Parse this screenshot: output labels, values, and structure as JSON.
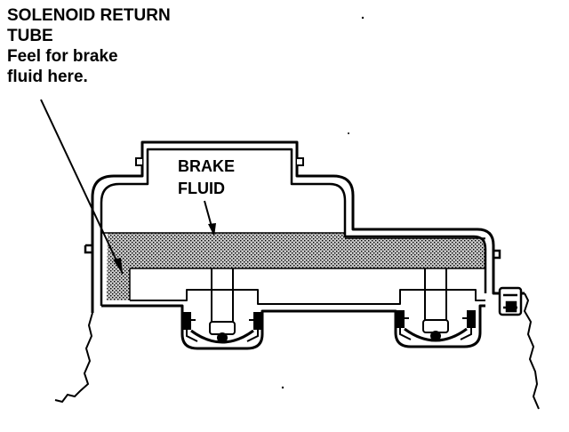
{
  "callouts": {
    "solenoid_return_tube": {
      "line1": "SOLENOID RETURN",
      "line2": "TUBE",
      "line3": "Feel for brake",
      "line4": "fluid here."
    },
    "brake_fluid": {
      "line1": "BRAKE",
      "line2": "FLUID"
    }
  },
  "colors": {
    "ink": "#000000",
    "paper": "#ffffff",
    "fluid_fill": "#8a8a8a"
  }
}
